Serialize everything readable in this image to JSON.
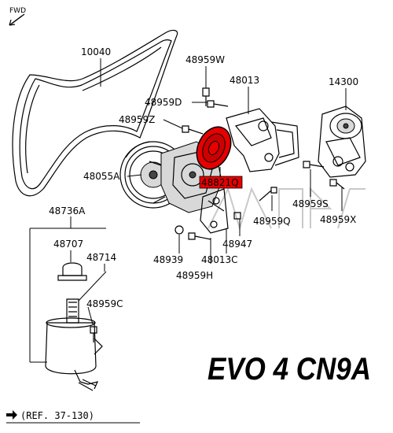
{
  "fwd": "FWD",
  "parts": {
    "p10040": "10040",
    "p48959W": "48959W",
    "p48013": "48013",
    "p14300": "14300",
    "p48959D": "48959D",
    "p48959Z": "48959Z",
    "p48055A": "48055A",
    "p48821Q": "48821Q",
    "p48736A": "48736A",
    "p48707": "48707",
    "p48714": "48714",
    "p48959S": "48959S",
    "p48959X": "48959X",
    "p48959Q": "48959Q",
    "p48947": "48947",
    "p48939": "48939",
    "p48013C": "48013C",
    "p48959H": "48959H",
    "p48959C": "48959C"
  },
  "reference": "(REF. 37-130)",
  "model": "EVO 4 CN9A",
  "colors": {
    "highlight": "#e60000",
    "ink": "#000000"
  }
}
